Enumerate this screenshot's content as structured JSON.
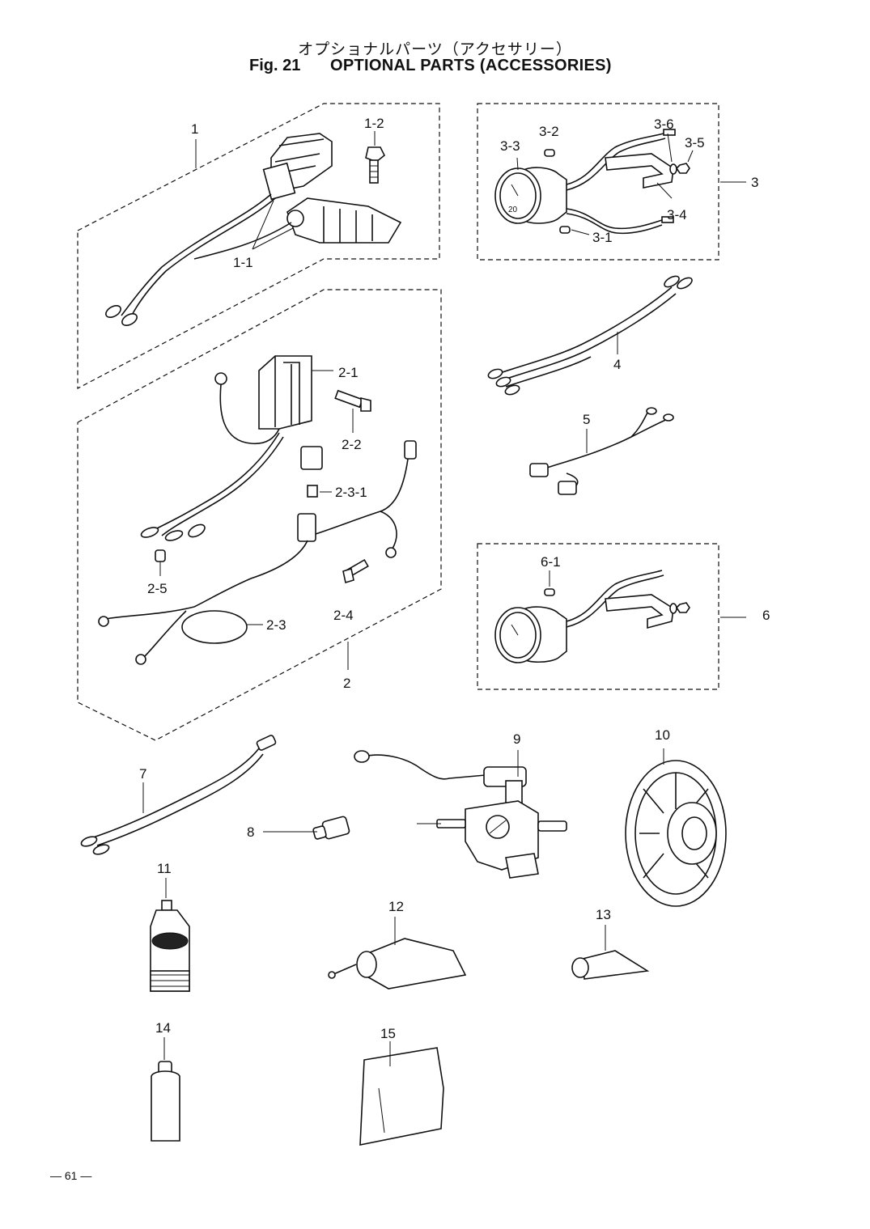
{
  "header": {
    "title_jp": "オプショナルパーツ（アクセサリー）",
    "fig_label": "Fig. 21",
    "title_en": "OPTIONAL PARTS (ACCESSORIES)"
  },
  "labels": {
    "l1": "1",
    "l1_1": "1-1",
    "l1_2": "1-2",
    "l2": "2",
    "l2_1": "2-1",
    "l2_2": "2-2",
    "l2_3_1": "2-3-1",
    "l2_3": "2-3",
    "l2_4": "2-4",
    "l2_5": "2-5",
    "l3": "3",
    "l3_1": "3-1",
    "l3_2": "3-2",
    "l3_3": "3-3",
    "l3_4": "3-4",
    "l3_5": "3-5",
    "l3_6": "3-6",
    "l4": "4",
    "l5": "5",
    "l6": "6",
    "l6_1": "6-1",
    "l7": "7",
    "l8": "8",
    "l9": "9",
    "l10": "10",
    "l11": "11",
    "l12": "12",
    "l13": "13",
    "l14": "14",
    "l15": "15"
  },
  "footer": {
    "page_number": "— 61 —"
  }
}
